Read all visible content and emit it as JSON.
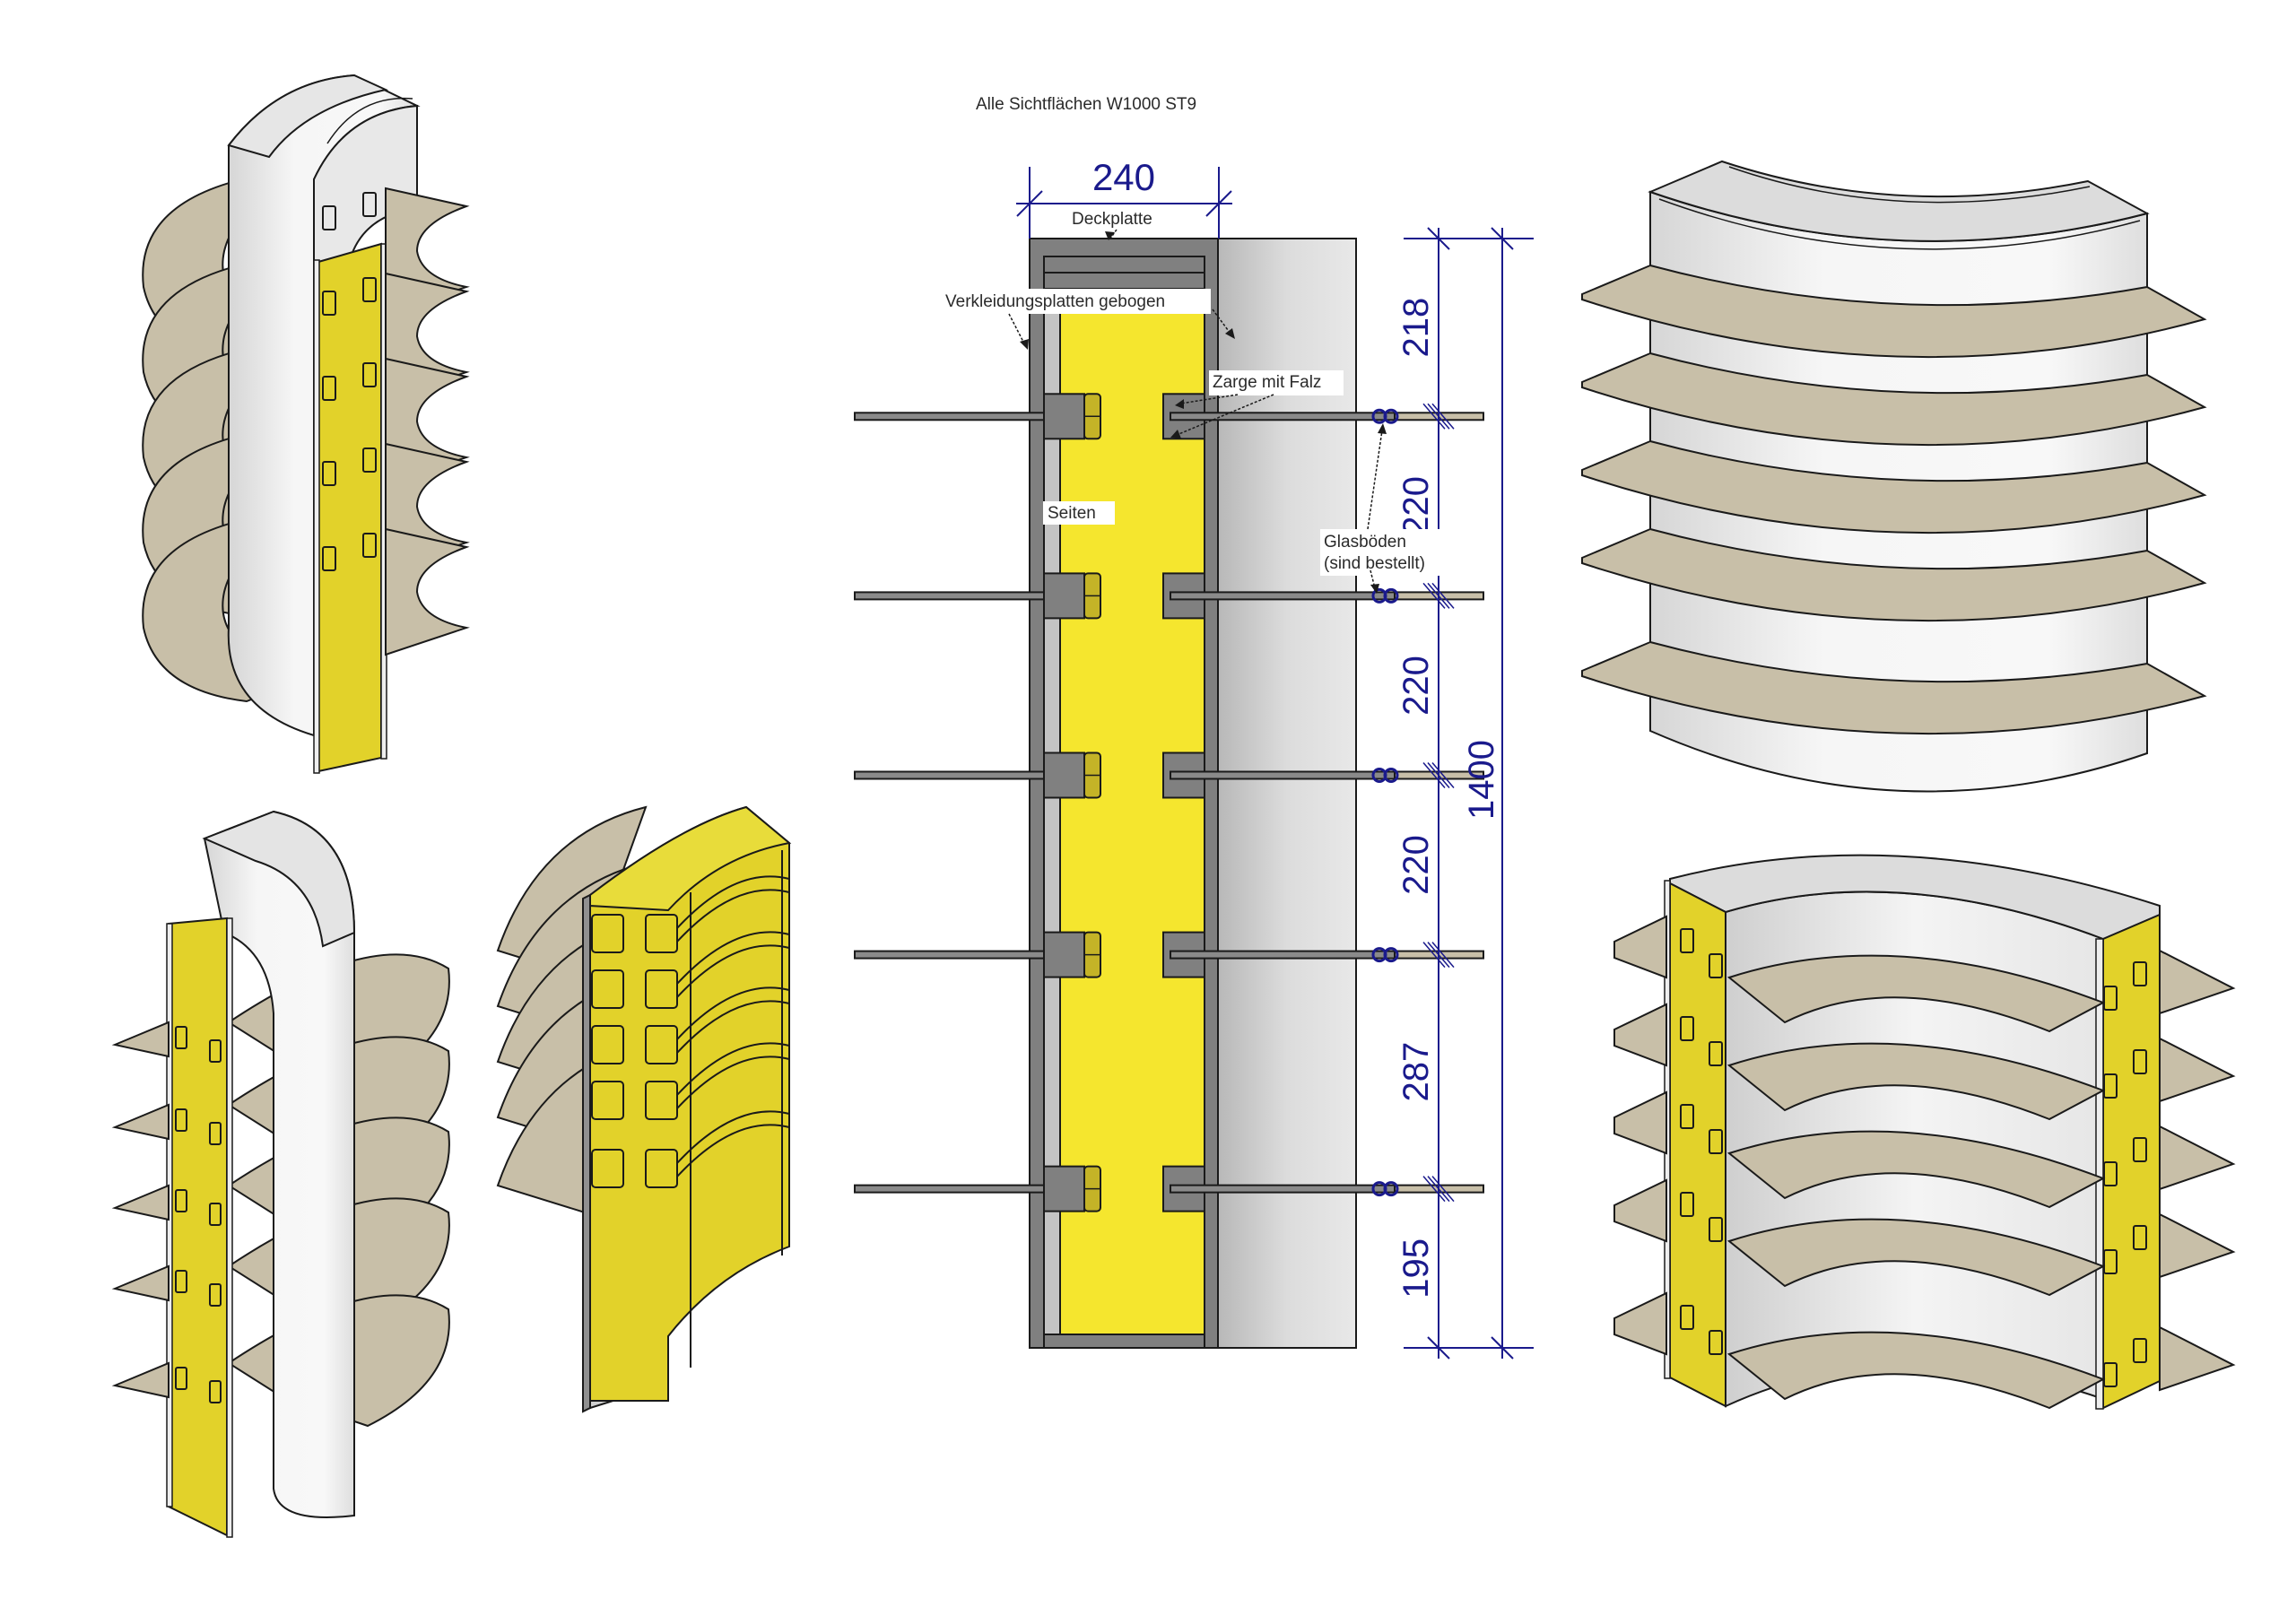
{
  "drawing": {
    "title": "Alle Sichtflächen W1000 ST9",
    "colors": {
      "yellow_section": "#f5e62e",
      "yellow_3d": "#e2d22a",
      "olive_block": "#c4b327",
      "shelf_tan": "#c8bfa8",
      "steel_gray": "#808080",
      "light_gray": "#c4c4c4",
      "panel_white": "#f2f2f2",
      "dimension_blue": "#1a1a8c",
      "outline": "#1a1a1a"
    }
  },
  "section": {
    "width_dimension": "240",
    "labels": {
      "deckplatte": "Deckplatte",
      "verkleidung": "Verkleidungsplatten gebogen",
      "zarge": "Zarge mit Falz",
      "seiten": "Seiten",
      "glasboeden_line1": "Glasböden",
      "glasboeden_line2": "(sind bestellt)"
    },
    "shelf_count": 5,
    "vertical_dimensions": [
      "218",
      "220",
      "220",
      "220",
      "287",
      "195"
    ],
    "vertical_dimension_values_mm": [
      218,
      220,
      220,
      220,
      287,
      195
    ],
    "total_height": "1400"
  },
  "views": [
    {
      "id": "iso-top-left",
      "description": "Rundsäule Ansicht oben links",
      "shelves": 5
    },
    {
      "id": "iso-bottom-left",
      "description": "Rundsäule Ansicht unten links",
      "shelves": 5
    },
    {
      "id": "iso-open-frame",
      "description": "Unterkonstruktion offen",
      "shelves": 5
    },
    {
      "id": "iso-top-right",
      "description": "Rundsäule Ansicht oben rechts",
      "shelves": 5
    },
    {
      "id": "iso-bottom-right",
      "description": "Rundsäule Ansicht unten rechts",
      "shelves": 5
    }
  ]
}
